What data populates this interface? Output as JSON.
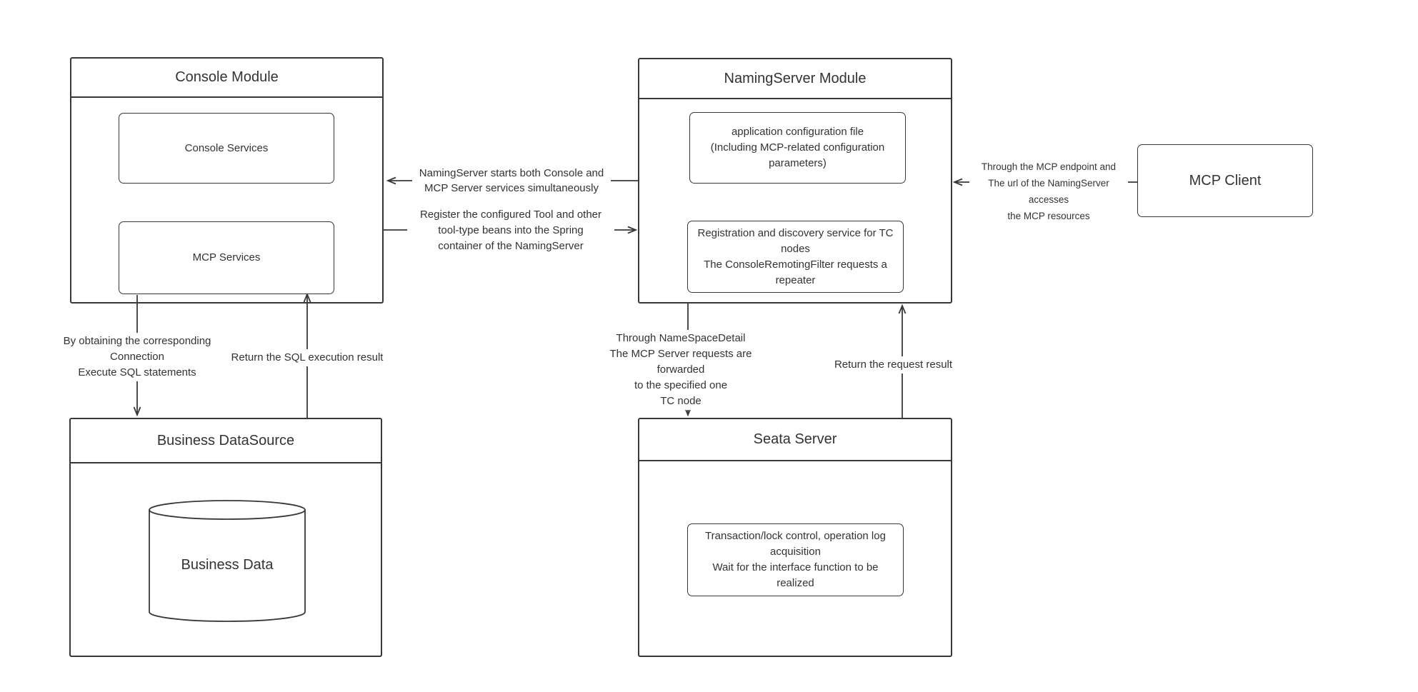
{
  "diagram": {
    "colors": {
      "stroke": "#383838",
      "text": "#333333",
      "background": "#ffffff"
    },
    "console": {
      "title": "Console Module",
      "console_services": "Console Services",
      "mcp_services": "MCP Services"
    },
    "namingserver": {
      "title": "NamingServer Module",
      "config_box": "application configuration file\n(Including MCP-related configuration\nparameters)",
      "registration_box": "Registration and discovery service for TC\nnodes\nThe ConsoleRemotingFilter requests a\nrepeater"
    },
    "mcp_client": {
      "title": "MCP Client"
    },
    "business_datasource": {
      "title": "Business DataSource",
      "data_label": "Business Data"
    },
    "seata": {
      "title": "Seata Server",
      "transaction_box": "Transaction/lock control, operation log\nacquisition\nWait for the interface function to be\nrealized"
    },
    "edges": {
      "naming_to_console": "NamingServer starts both Console and\nMCP Server services simultaneously",
      "console_to_naming": "Register the configured Tool and other\ntool-type beans into the Spring\ncontainer of the NamingServer",
      "client_to_naming": "Through the MCP endpoint and\nThe url of the NamingServer accesses\nthe MCP resources",
      "console_to_datasource": "By obtaining the corresponding\nConnection\nExecute SQL statements",
      "datasource_to_console": "Return the SQL execution result",
      "naming_to_seata": "Through NameSpaceDetail\nThe MCP Server requests are forwarded\nto the specified one\nTC node",
      "seata_to_naming": "Return the request result"
    }
  }
}
